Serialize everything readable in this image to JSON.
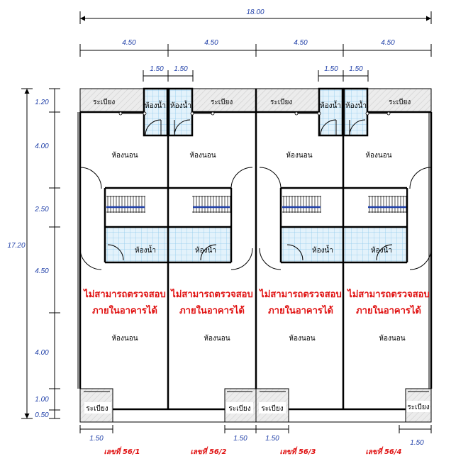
{
  "dimensions": {
    "total_width": "18.00",
    "unit_width": "4.50",
    "bath_width": "1.50",
    "total_depth": "17.20",
    "rows": [
      "1.20",
      "4.00",
      "2.50",
      "4.50",
      "4.00",
      "1.00",
      "0.50"
    ],
    "bottom": "1.50"
  },
  "rooms": {
    "balcony": "ระเบียง",
    "bathroom": "ห้องน้ำ",
    "bedroom": "ห้องนอน"
  },
  "warning": {
    "line1": "ไม่สามารถตรวจสอบ",
    "line2": "ภายในอาคารได้"
  },
  "units": [
    "เลขที่ 56/1",
    "เลขที่ 56/2",
    "เลขที่ 56/3",
    "เลขที่ 56/4"
  ],
  "colors": {
    "dimension": "#1f3fa8",
    "warning": "#e01010",
    "tile": "#8ec9ec",
    "tile_fill": "#e3f2fb",
    "hatch": "#d8d8d8",
    "wall": "#000000"
  }
}
